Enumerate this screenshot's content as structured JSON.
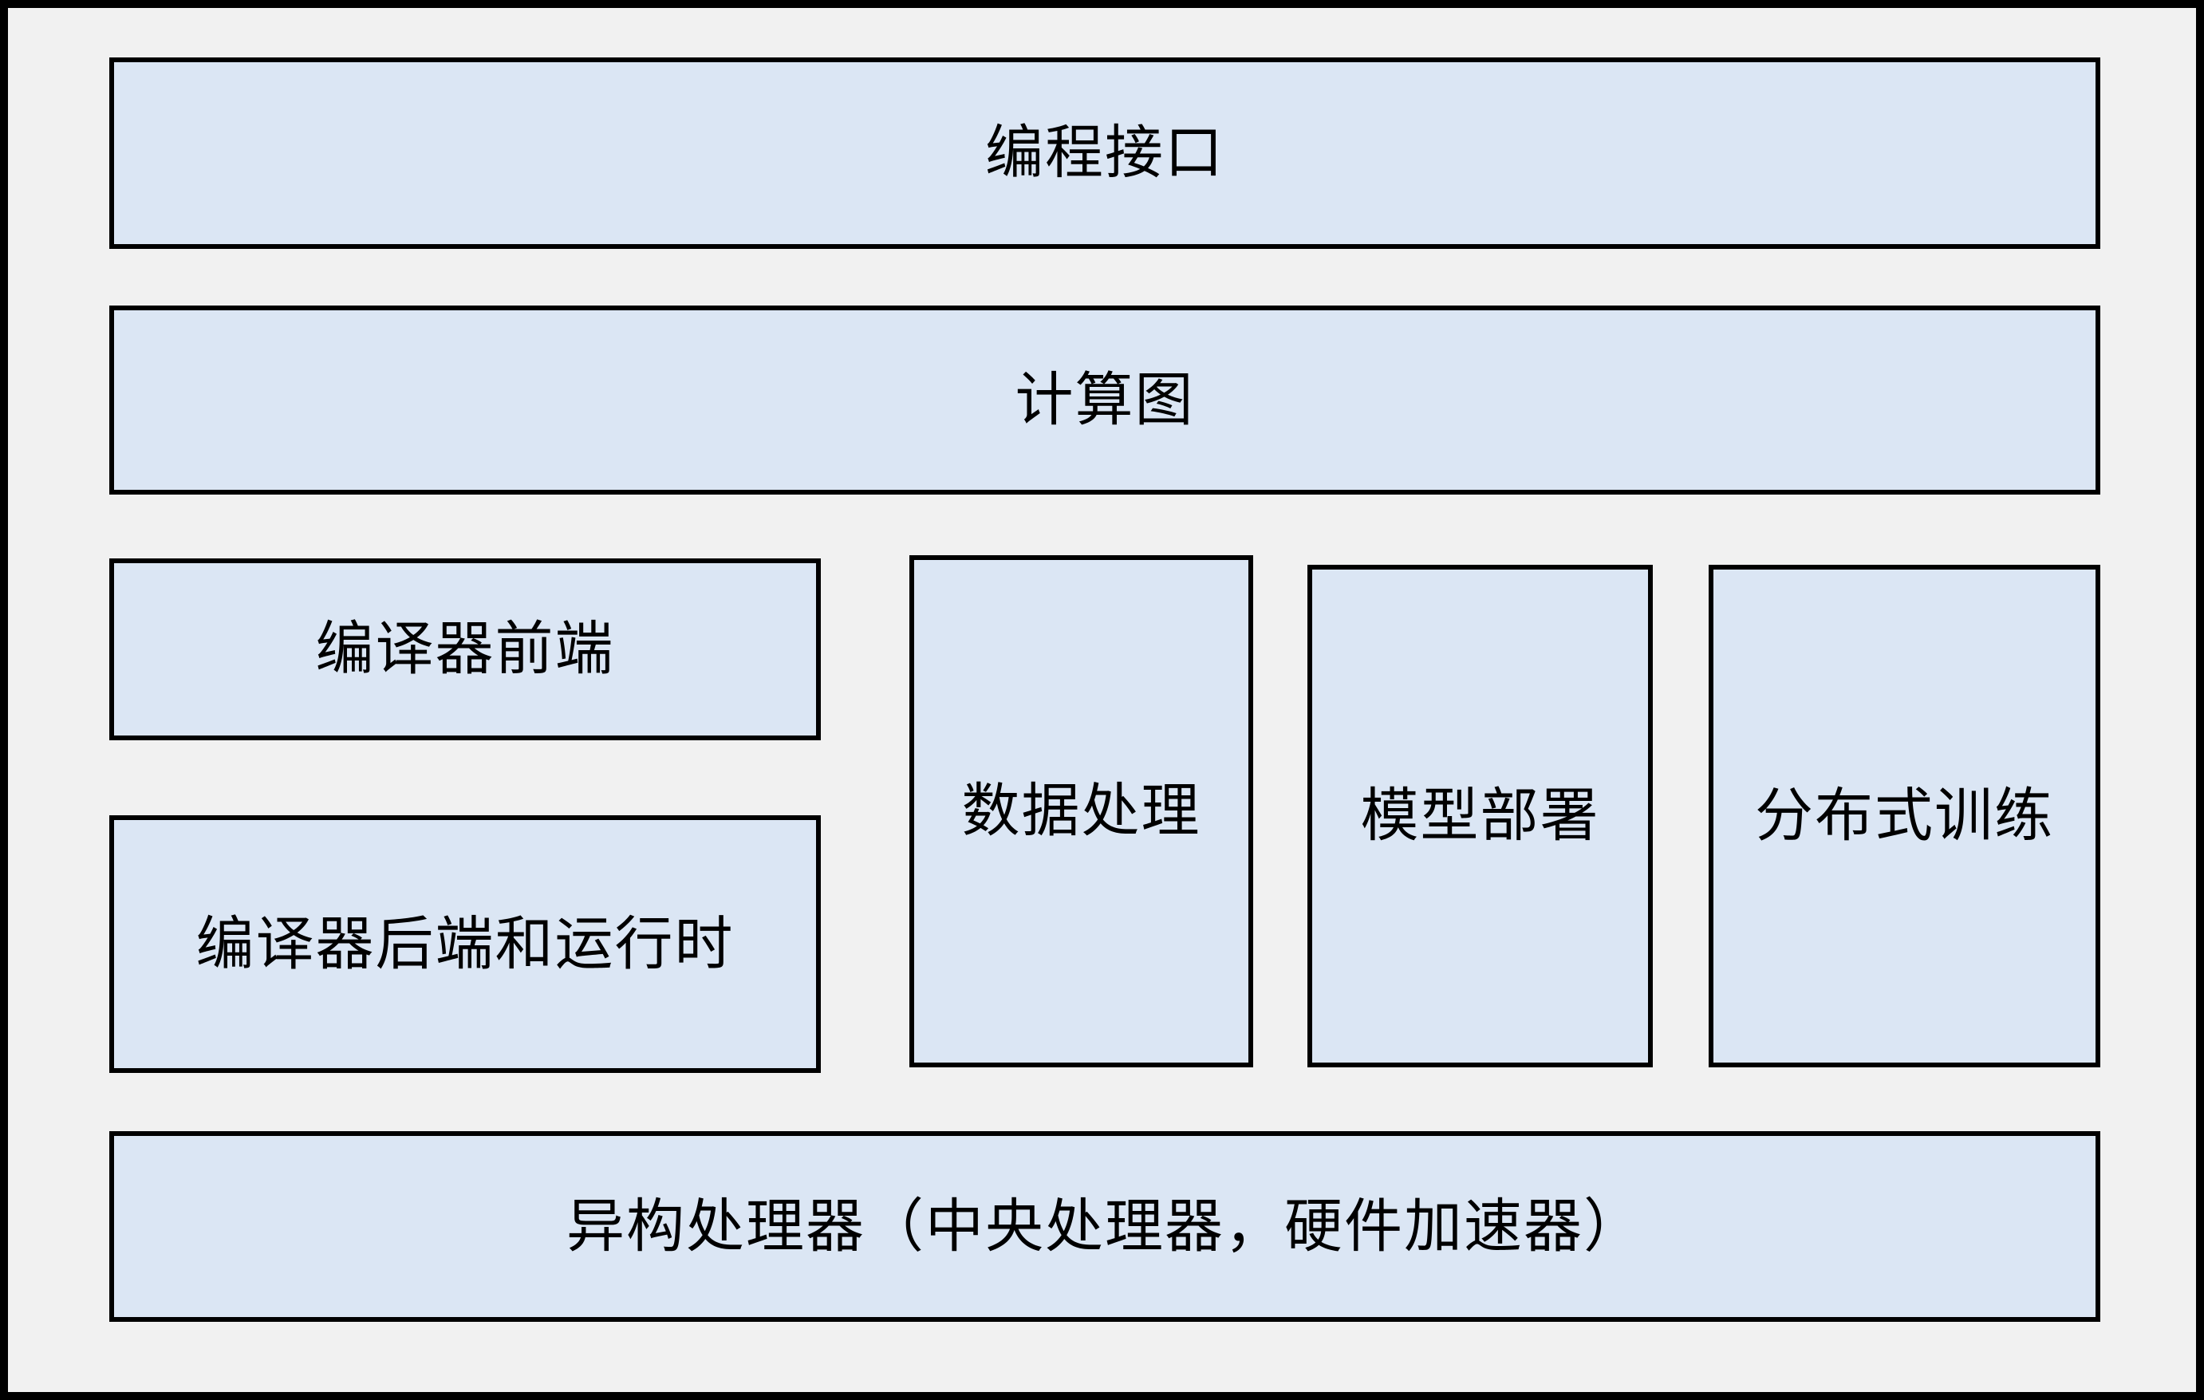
{
  "colors": {
    "background": "#f1f1f1",
    "line": "#000000",
    "box_fill": "#dbe6f4",
    "text": "#000000"
  },
  "boxes": {
    "programming_interface": "编程接口",
    "computational_graph": "计算图",
    "compiler_frontend": "编译器前端",
    "compiler_backend_runtime": "编译器后端和运行时",
    "data_processing": "数据处理",
    "model_deployment": "模型部署",
    "distributed_training": "分布式训练",
    "heterogeneous_processors": "异构处理器（中央处理器，硬件加速器）"
  }
}
